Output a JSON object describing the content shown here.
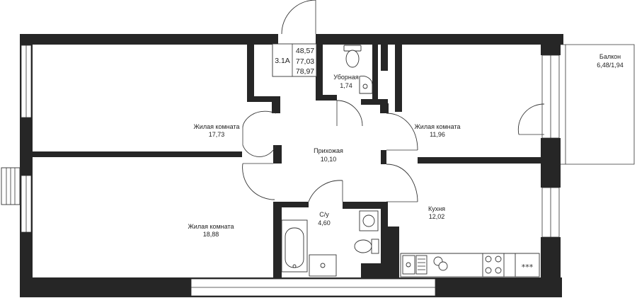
{
  "rooms": {
    "living1": {
      "name": "Жилая комната",
      "area": "17,73"
    },
    "living2": {
      "name": "Жилая комната",
      "area": "11,96"
    },
    "living3": {
      "name": "Жилая комната",
      "area": "18,88"
    },
    "hall": {
      "name": "Прихожая",
      "area": "10,10"
    },
    "wc": {
      "name": "Уборная",
      "area": "1,74"
    },
    "bath": {
      "name": "С/у",
      "area": "4,60"
    },
    "kitchen": {
      "name": "Кухня",
      "area": "12,02"
    },
    "balcony": {
      "name": "Балкон",
      "area": "6,48/1,94"
    }
  },
  "apartment": {
    "code": "3.1А",
    "areas": [
      "48,57",
      "77,03",
      "78,97"
    ]
  },
  "icons": [
    "door-swing-icon",
    "toilet-icon",
    "sink-icon",
    "bathtub-icon",
    "washing-machine-icon",
    "stove-icon",
    "cooktop-icon",
    "kitchen-sink-icon",
    "radiator-icon"
  ],
  "colors": {
    "wall": "#262626",
    "background": "#ffffff",
    "line": "#333333"
  }
}
